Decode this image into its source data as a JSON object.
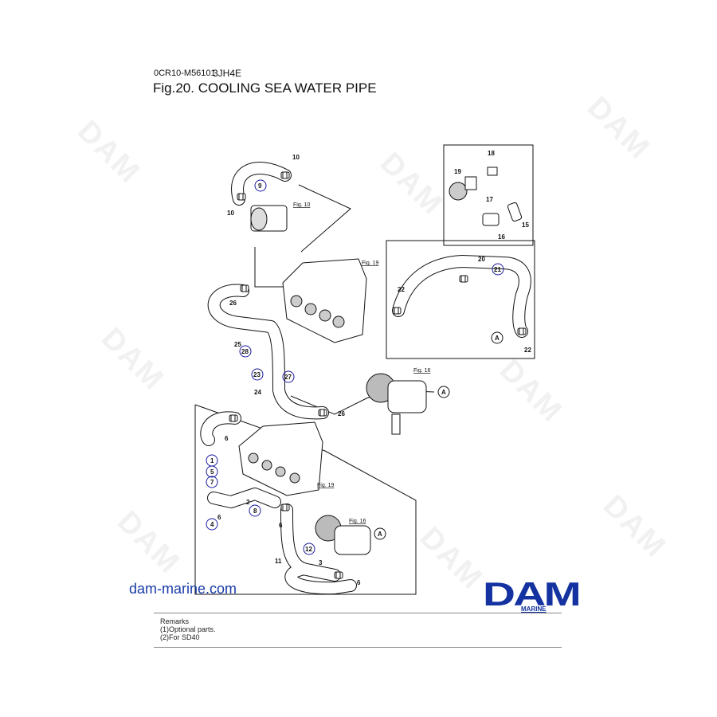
{
  "header": {
    "code": "0CR10-M56101",
    "model": "3JH4E",
    "title": "Fig.20.  COOLING SEA WATER PIPE"
  },
  "watermark": "DAM",
  "figure_refs": {
    "fig10": "Fig. 10",
    "fig19a": "Fig. 19",
    "fig16a": "Fig. 16",
    "fig19b": "Fig. 19",
    "fig16b": "Fig. 16"
  },
  "parts": {
    "p10a": "10",
    "p10b": "10",
    "p9": "9",
    "p18": "18",
    "p19": "19",
    "p17": "17",
    "p16": "16",
    "p15": "15",
    "p20": "20",
    "p21": "21",
    "p22a": "22",
    "p22b": "22",
    "pAa": "A",
    "p26a": "26",
    "p25": "25",
    "p28": "28",
    "p23": "23",
    "p27": "27",
    "p24": "24",
    "p26b": "26",
    "pAb": "A",
    "p6a": "6",
    "p1": "1",
    "p5": "5",
    "p7": "7",
    "p4": "4",
    "p6b": "6",
    "p2": "2",
    "p8": "8",
    "p6c": "6",
    "pAc": "A",
    "p12": "12",
    "p11": "11",
    "p3": "3",
    "p6d": "6"
  },
  "footer": {
    "site": "dam-marine.com",
    "logo": "DAM",
    "logo_sub": "MARINE",
    "remarks": {
      "title": "Remarks",
      "items": [
        "(1)Optional parts.",
        "(2)For SD40"
      ]
    }
  },
  "colors": {
    "brand": "#1432a0",
    "callout": "#1a1aa0"
  }
}
